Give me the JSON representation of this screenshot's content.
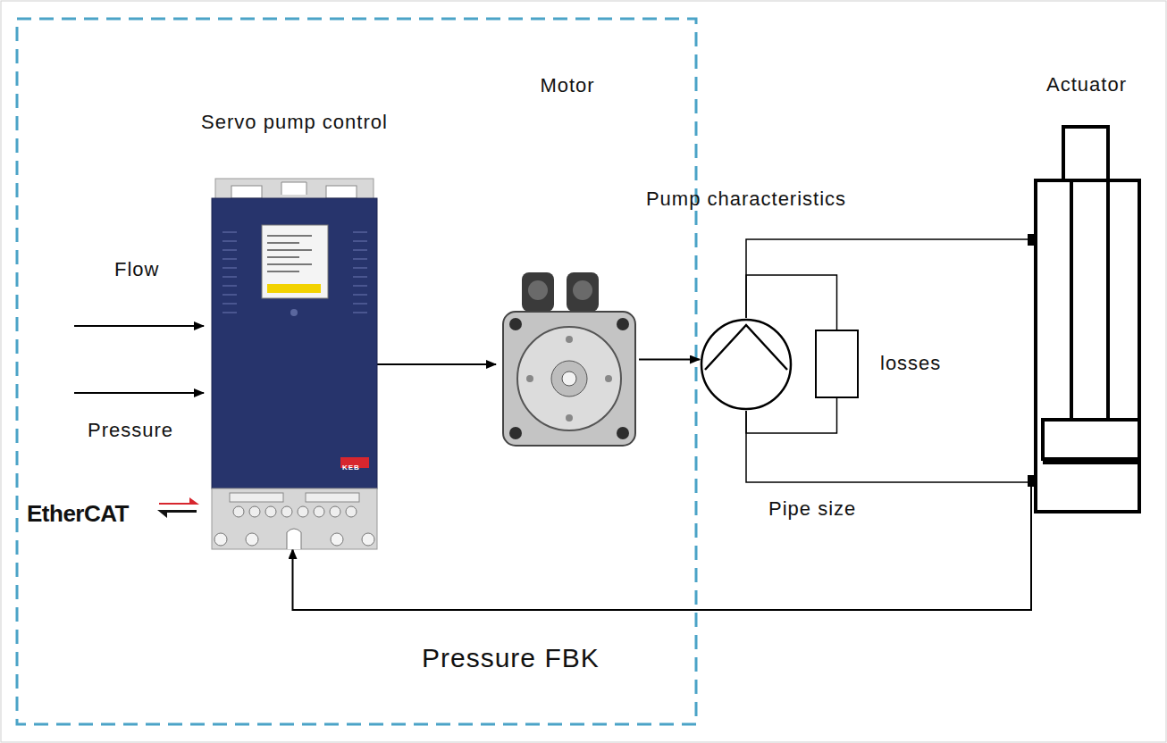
{
  "diagram": {
    "nodes": [
      {
        "text": [
          "Servo pump control"
        ]
      },
      {
        "text": [
          "Motor"
        ]
      },
      {
        "text": [
          "Pump characteristics"
        ]
      },
      {
        "text": [
          "losses"
        ]
      },
      {
        "text": [
          "Actuator"
        ]
      }
    ],
    "edges": [
      {
        "from": 0,
        "to": 1,
        "arrow": "to"
      },
      {
        "from": 1,
        "to": 2,
        "arrow": "to"
      },
      {
        "from": 4,
        "to": 0,
        "arrow": "to"
      },
      {
        "from": 2,
        "to": 4,
        "arrow": "none"
      },
      {
        "from": 2,
        "to": 4,
        "arrow": "none"
      },
      {
        "from": 2,
        "to": 3,
        "arrow": "none"
      },
      {
        "from": 3,
        "to": 2,
        "arrow": "none"
      }
    ],
    "labels": [
      "Flow",
      "Pressure",
      "EtherCAT",
      "KEB",
      "Pipe size",
      "Pressure FBK"
    ]
  }
}
